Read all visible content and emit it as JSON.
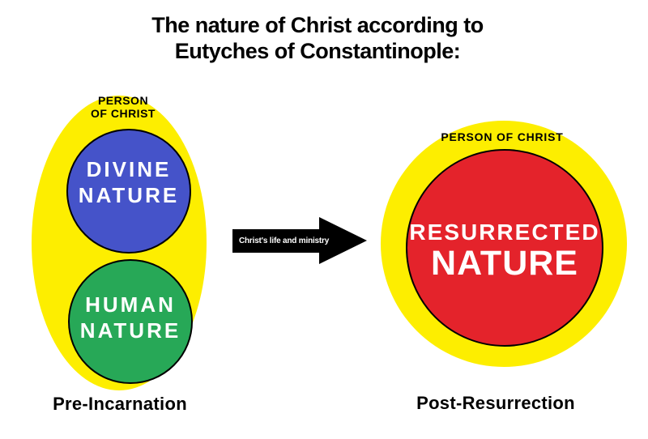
{
  "title": {
    "line1": "The nature of Christ according to",
    "line2": "Eutyches of Constantinople:"
  },
  "colors": {
    "background": "#ffffff",
    "person_yellow": "#fdee00",
    "divine_blue": "#4553c9",
    "human_green": "#27a857",
    "resurrected_red": "#e4232b",
    "outline_black": "#000000",
    "circle_text_white": "#ffffff",
    "text_black": "#000000"
  },
  "left": {
    "person_label": {
      "line1": "PERSON",
      "line2": "OF CHRIST"
    },
    "divine_circle": {
      "line1": "DIVINE",
      "line2": "NATURE"
    },
    "human_circle": {
      "line1": "HUMAN",
      "line2": "NATURE"
    },
    "caption": "Pre-Incarnation"
  },
  "arrow": {
    "label": "Christ's life and ministry"
  },
  "right": {
    "person_label": "PERSON OF CHRIST",
    "resurrected_circle": {
      "line1": "RESURRECTED",
      "line2": "NATURE"
    },
    "caption": "Post-Resurrection"
  }
}
